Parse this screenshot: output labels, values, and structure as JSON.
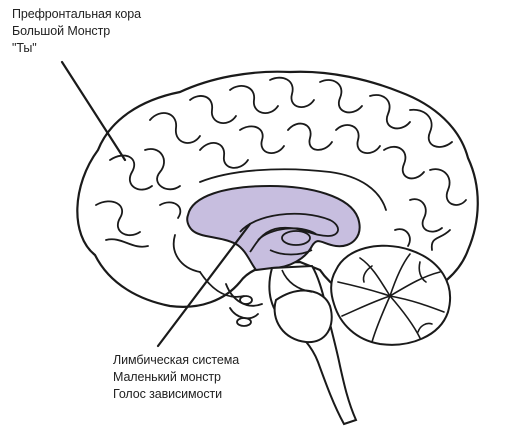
{
  "labels": {
    "prefrontal": {
      "line1": "Префронтальная кора",
      "line2": "Большой Монстр",
      "line3": "\"Ты\""
    },
    "limbic": {
      "line1": "Лимбическая система",
      "line2": "Маленький монстр",
      "line3": "Голос зависимости"
    }
  },
  "colors": {
    "outline": "#1a1a1a",
    "brain_fill": "#ffffff",
    "limbic_fill": "#c7bedf",
    "background": "#ffffff"
  }
}
